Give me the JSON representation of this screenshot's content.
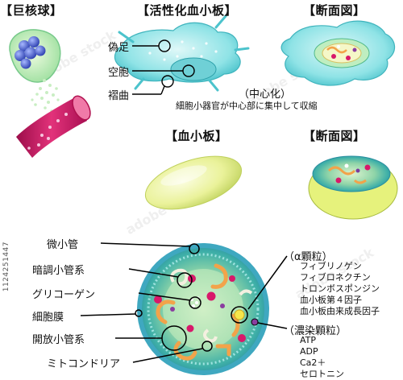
{
  "headers": {
    "giant_nucleus": "【巨核球】",
    "activated": "【活性化血小板】",
    "section_top": "【断面図】",
    "platelet": "【血小板】",
    "section_mid": "【断面図】"
  },
  "activated_labels": {
    "pseudopod": "偽足",
    "vacuole": "空胞",
    "fold": "褶曲"
  },
  "centralization": {
    "title": "（中心化）",
    "desc": "細胞小器官が中心部に集中して収縮"
  },
  "section_labels": {
    "microtubule": "微小管",
    "dense_tubular": "暗調小管系",
    "glycogen": "グリコーゲン",
    "membrane": "細胞膜",
    "open_canalicular": "開放小管系",
    "mitochondria": "ミトコンドリア"
  },
  "alpha_granule": {
    "title": "（α顆粒）",
    "items": [
      "フィブリノゲン",
      "フィブロネクチン",
      "トロンボスポンジン",
      "血小板第４因子",
      "血小板由来成長因子"
    ]
  },
  "dense_granule": {
    "title": "（濃染顆粒）",
    "items": [
      "ATP",
      "ADP",
      "Ca2＋",
      "セロトニン"
    ]
  },
  "stock_id": "1124251447",
  "colors": {
    "cyan": "#7fdde0",
    "green": "#5fc27a",
    "magenta": "#d8186a",
    "yellow": "#eef39a",
    "orange": "#f2a34a",
    "blue": "#3a56c8"
  }
}
